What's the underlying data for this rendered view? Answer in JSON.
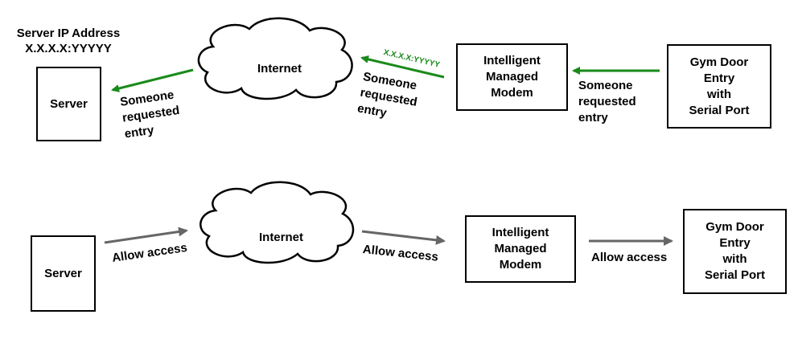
{
  "top_flow": {
    "server_ip_heading": "Server IP Address",
    "server_ip_value": "X.X.X.X:YYYYY",
    "server": "Server",
    "internet": "Internet",
    "modem": "Intelligent\nManaged\nModem",
    "gym_door": "Gym Door\nEntry\nwith\nSerial Port",
    "arrow_to_server_label": "Someone\nrequested\nentry",
    "arrow_to_internet_label": "Someone\nrequested\nentry",
    "arrow_to_internet_address": "X.X.X.X:YYYYY",
    "arrow_to_modem_label": "Someone\nrequested\nentry",
    "arrow_color": "#1a8a1a"
  },
  "bottom_flow": {
    "server": "Server",
    "internet": "Internet",
    "modem": "Intelligent\nManaged\nModem",
    "gym_door": "Gym Door\nEntry\nwith\nSerial Port",
    "arrow_server_internet_label": "Allow access",
    "arrow_internet_modem_label": "Allow access",
    "arrow_modem_door_label": "Allow access",
    "arrow_color": "#666666"
  }
}
